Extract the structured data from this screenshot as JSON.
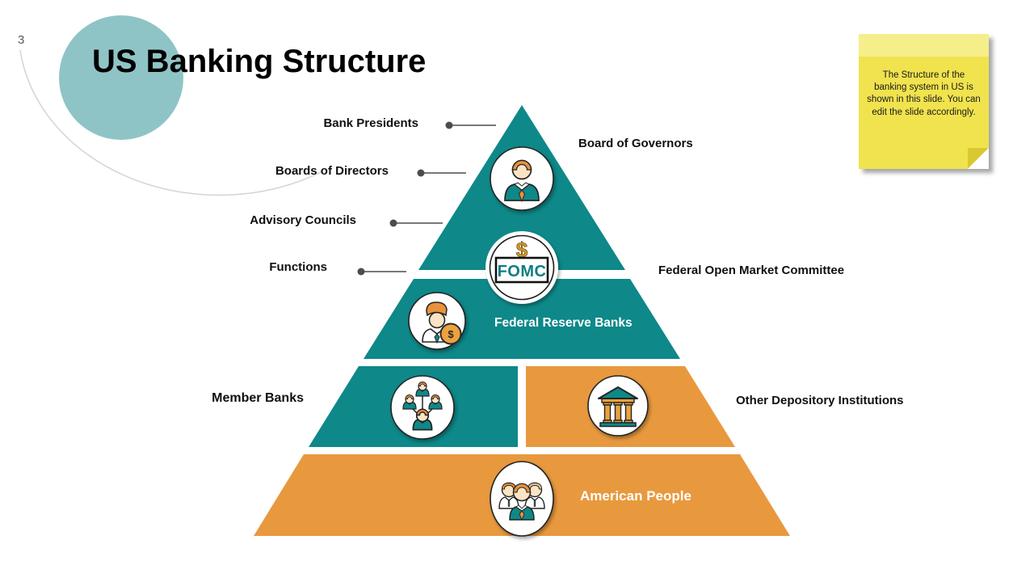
{
  "slide": {
    "page_number": "3",
    "title": "US Banking Structure"
  },
  "note": {
    "text": "The Structure of the banking system in US is shown in this slide. You can edit the slide accordingly."
  },
  "pyramid": {
    "levels": [
      {
        "name": "board-of-governors",
        "label": "Board of Governors",
        "color": "#0e8889"
      },
      {
        "name": "federal-reserve-banks",
        "label": "Federal Reserve Banks",
        "color": "#0e8889"
      },
      {
        "name": "member-banks",
        "label": "Member Banks",
        "color": "#0e8889"
      },
      {
        "name": "other-depository-institutions",
        "label": "Other Depository Institutions",
        "color": "#e8993e"
      },
      {
        "name": "american-people",
        "label": "American People",
        "color": "#e8993e"
      }
    ],
    "fomc": {
      "label": "Federal Open Market Committee",
      "badge": "FOMC"
    },
    "side_labels": [
      {
        "label": "Bank Presidents"
      },
      {
        "label": "Boards of Directors"
      },
      {
        "label": "Advisory Councils"
      },
      {
        "label": "Functions"
      }
    ]
  },
  "symbols": {
    "dollar": "$"
  },
  "colors": {
    "pyramid_teal": "#0e8889",
    "pyramid_orange": "#e8993e",
    "accent_circle": "#8fc4c6",
    "note_yellow": "#f0e34e",
    "note_band": "#f5ee8a",
    "connector_gray": "#4c4c4c"
  }
}
